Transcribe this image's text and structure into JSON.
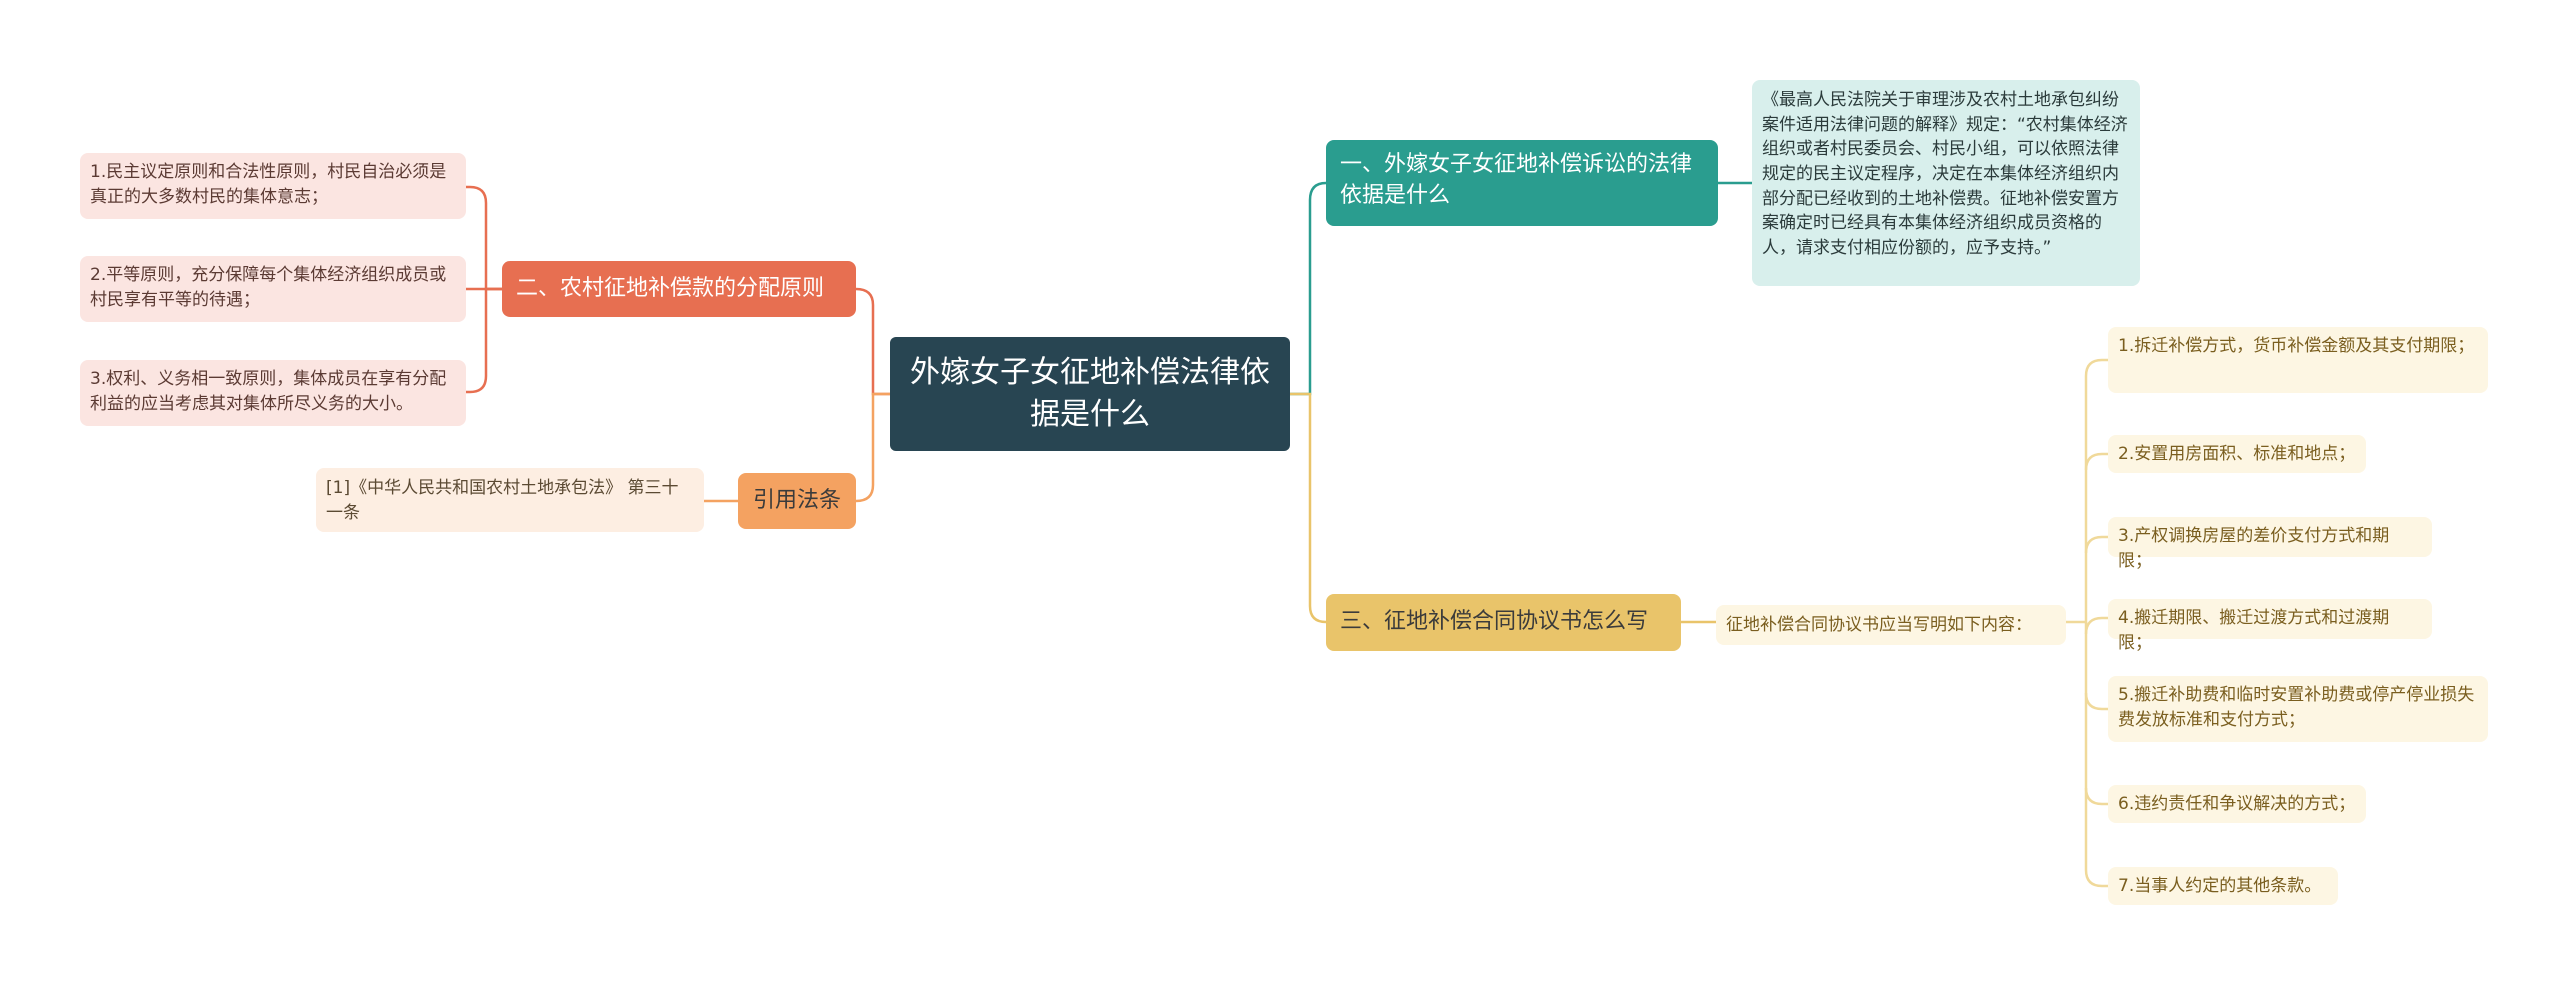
{
  "root": {
    "label": "外嫁女子女征地补偿法律依据是什么"
  },
  "branch1": {
    "label": "一、外嫁女子女征地补偿诉讼的法律依据是什么",
    "detail": "《最高人民法院关于审理涉及农村土地承包纠纷案件适用法律问题的解释》规定：“农村集体经济组织或者村民委员会、村民小组，可以依照法律规定的民主议定程序，决定在本集体经济组织内部分配已经收到的土地补偿费。征地补偿安置方案确定时已经具有本集体经济组织成员资格的人，请求支付相应份额的，应予支持。”"
  },
  "branch2": {
    "label": "二、农村征地补偿款的分配原则",
    "items": [
      "1.民主议定原则和合法性原则，村民自治必须是真正的大多数村民的集体意志；",
      "2.平等原则，充分保障每个集体经济组织成员或村民享有平等的待遇；",
      "3.权利、义务相一致原则，集体成员在享有分配利益的应当考虑其对集体所尽义务的大小。"
    ]
  },
  "branch3": {
    "label": "三、征地补偿合同协议书怎么写",
    "middle": "征地补偿合同协议书应当写明如下内容：",
    "items": [
      "1.拆迁补偿方式，货币补偿金额及其支付期限；",
      "2.安置用房面积、标准和地点；",
      "3.产权调换房屋的差价支付方式和期限；",
      "4.搬迁期限、搬迁过渡方式和过渡期限；",
      "5.搬迁补助费和临时安置补助费或停产停业损失费发放标准和支付方式；",
      "6.违约责任和争议解决的方式；",
      "7.当事人约定的其他条款。"
    ]
  },
  "branch4": {
    "label": "引用法条",
    "detail": "[1]《中华人民共和国农村土地承包法》 第三十一条"
  },
  "colors": {
    "root": "#284552",
    "teal": "#2a9d8f",
    "red": "#e76f51",
    "yellow": "#e9c46a",
    "orange": "#f4a261"
  }
}
